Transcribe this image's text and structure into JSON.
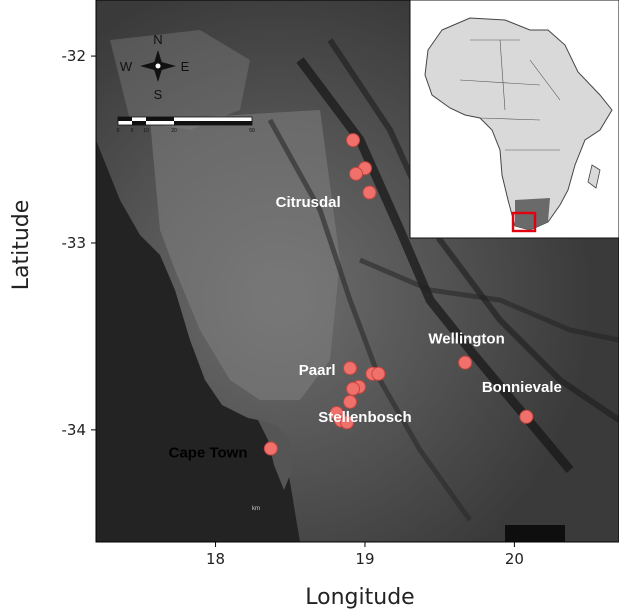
{
  "map": {
    "xlabel": "Longitude",
    "ylabel": "Latitude",
    "x_ticks": [
      "18",
      "19",
      "20"
    ],
    "y_ticks": [
      "-32",
      "-33",
      "-34"
    ],
    "xlim": [
      17.2,
      20.7
    ],
    "ylim": [
      -34.6,
      -31.7
    ],
    "basemap": "grayscale satellite imagery of the Western Cape, South Africa",
    "marker_color": "#f0706b",
    "marker_edge": "#c7463f",
    "label_color": "#ffffff",
    "label_dark_color": "#000000",
    "inset_box_color": "#e3000f",
    "compass": {
      "n": "N",
      "s": "S",
      "e": "E",
      "w": "W"
    },
    "scale_bar": {
      "ticks": [
        "0",
        "5",
        "10",
        "20",
        "50"
      ],
      "unit": "km"
    },
    "places": [
      {
        "name": "Citrusdal",
        "lon": 18.62,
        "lat": -32.78,
        "dark": false
      },
      {
        "name": "Wellington",
        "lon": 19.68,
        "lat": -33.51,
        "dark": false
      },
      {
        "name": "Paarl",
        "lon": 18.68,
        "lat": -33.68,
        "dark": false
      },
      {
        "name": "Bonnievale",
        "lon": 20.05,
        "lat": -33.77,
        "dark": false
      },
      {
        "name": "Stellenbosch",
        "lon": 19.0,
        "lat": -33.93,
        "dark": false
      },
      {
        "name": "Cape Town",
        "lon": 17.95,
        "lat": -34.12,
        "dark": true
      }
    ],
    "sites": [
      {
        "lon": 18.92,
        "lat": -32.45
      },
      {
        "lon": 19.0,
        "lat": -32.6
      },
      {
        "lon": 18.94,
        "lat": -32.63
      },
      {
        "lon": 19.03,
        "lat": -32.73
      },
      {
        "lon": 19.67,
        "lat": -33.64
      },
      {
        "lon": 18.9,
        "lat": -33.67
      },
      {
        "lon": 19.05,
        "lat": -33.7
      },
      {
        "lon": 19.09,
        "lat": -33.7
      },
      {
        "lon": 18.96,
        "lat": -33.77
      },
      {
        "lon": 18.92,
        "lat": -33.78
      },
      {
        "lon": 18.9,
        "lat": -33.85
      },
      {
        "lon": 18.81,
        "lat": -33.91
      },
      {
        "lon": 18.84,
        "lat": -33.95
      },
      {
        "lon": 18.88,
        "lat": -33.96
      },
      {
        "lon": 20.08,
        "lat": -33.93
      },
      {
        "lon": 18.37,
        "lat": -34.1
      }
    ]
  }
}
